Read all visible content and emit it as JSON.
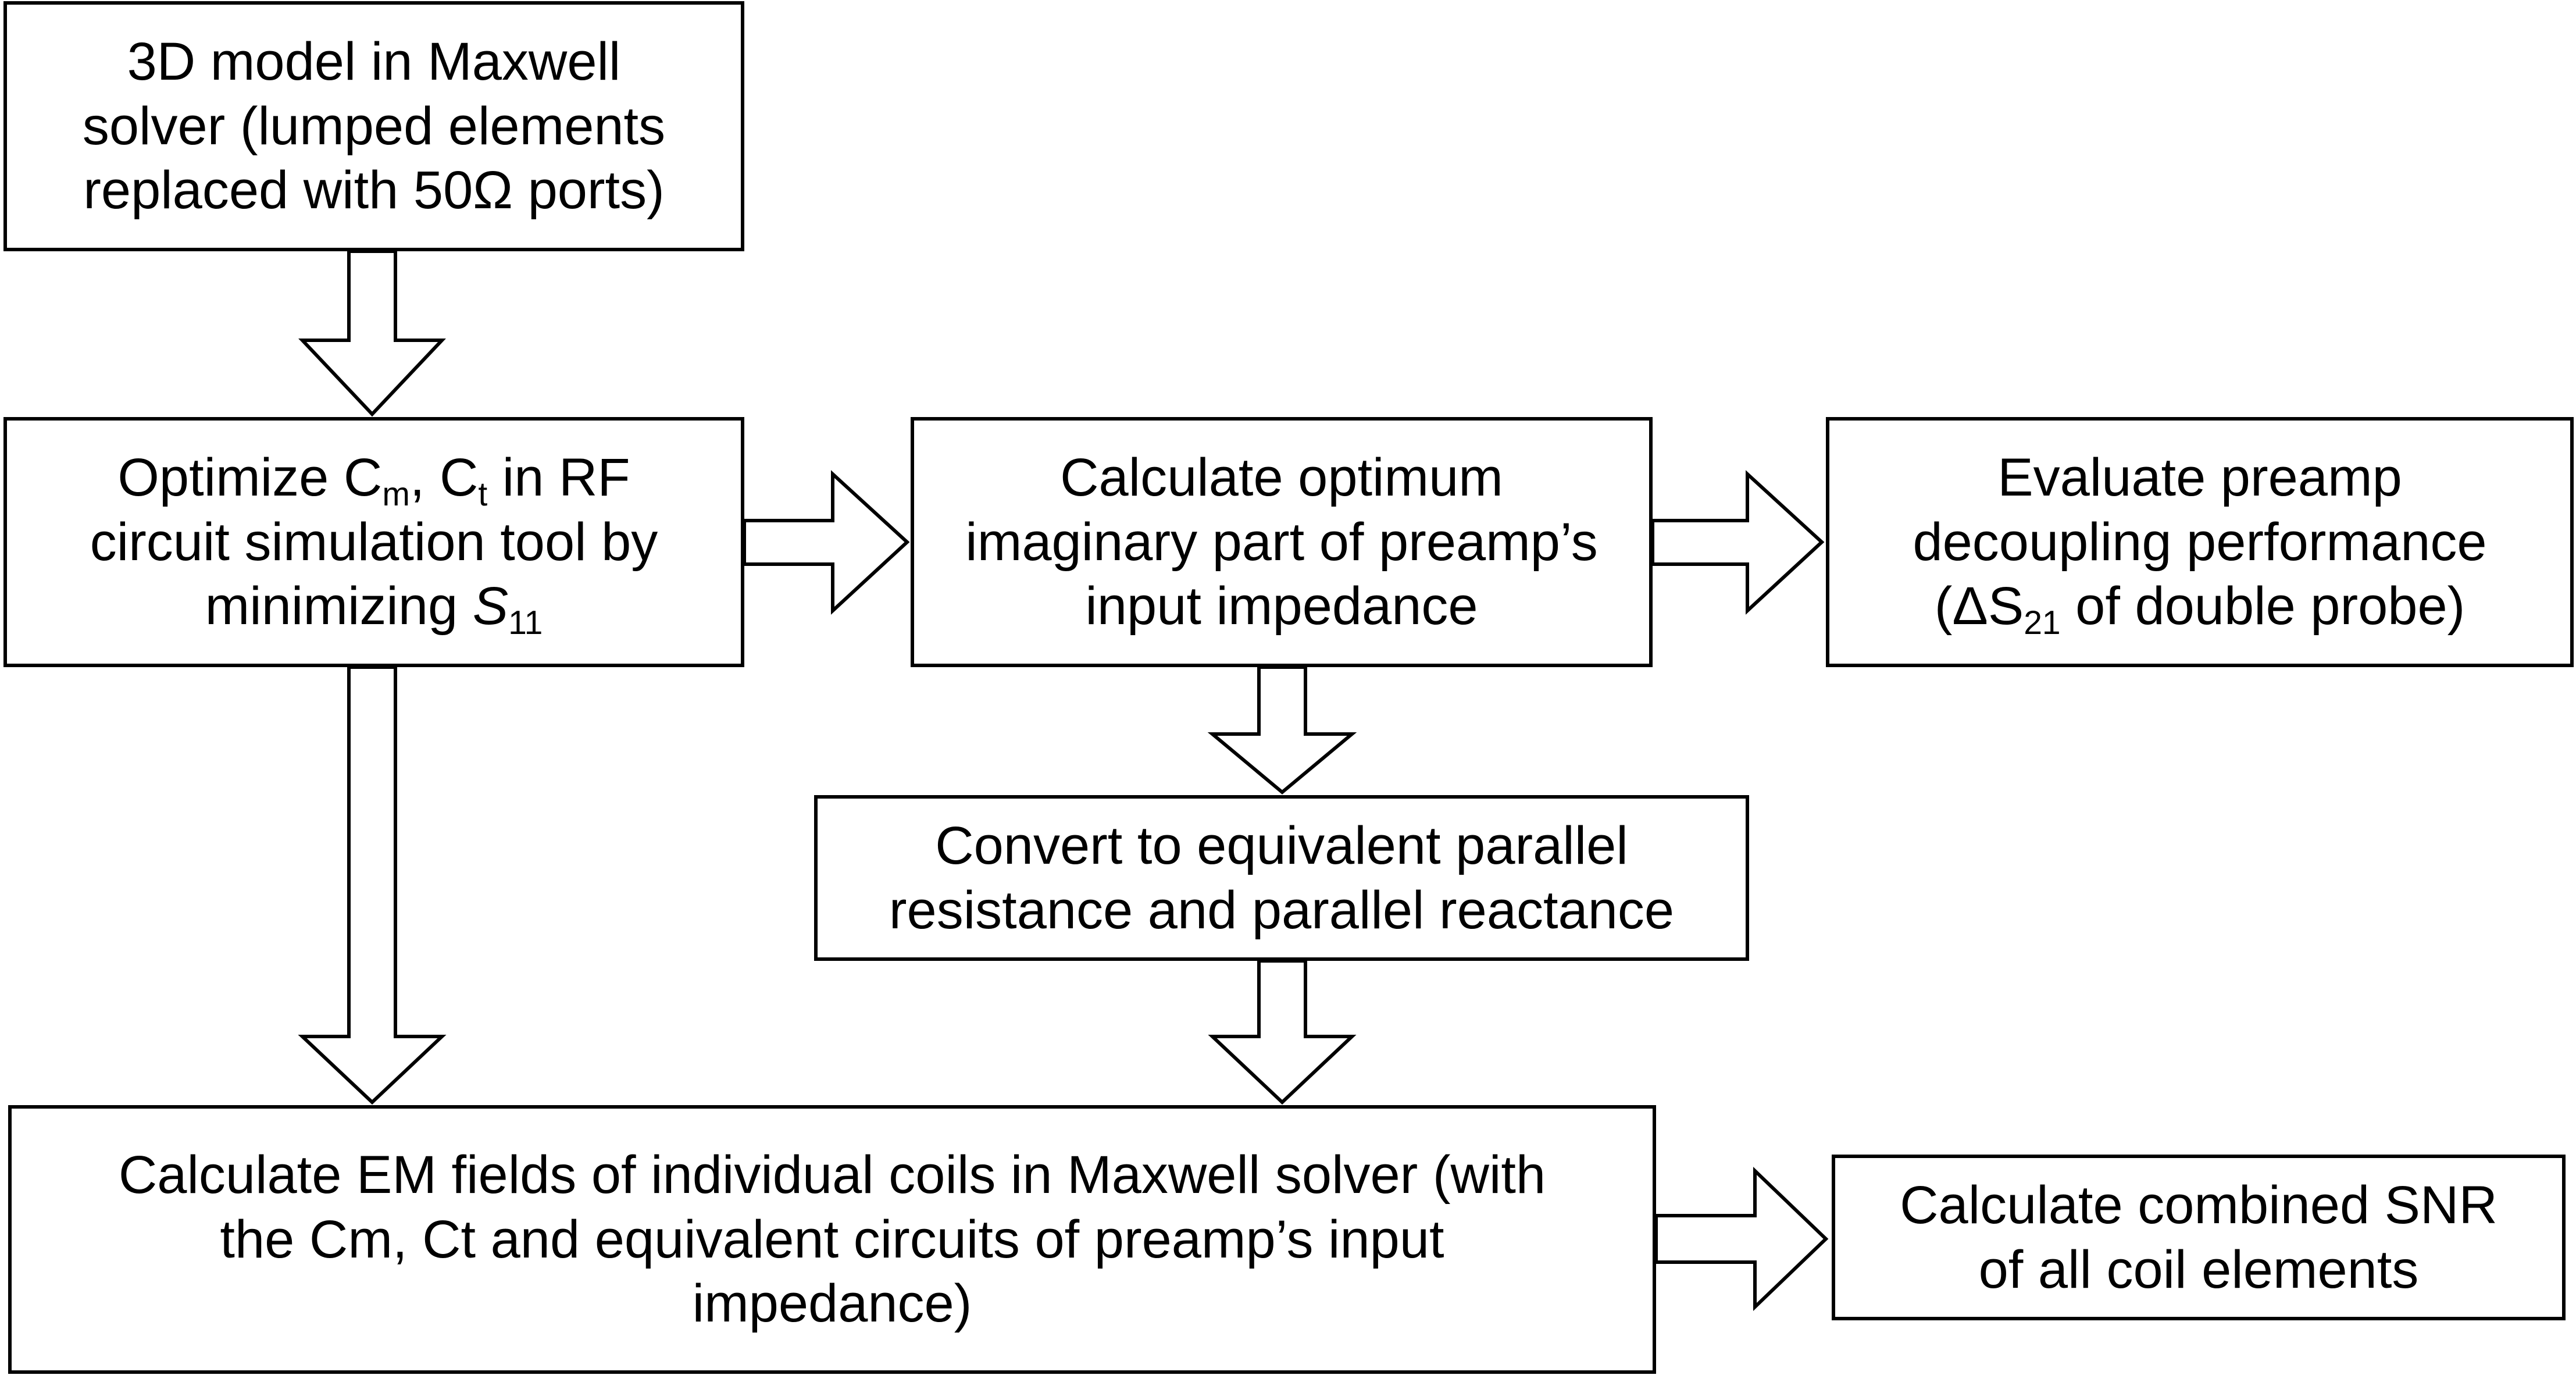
{
  "nodes": {
    "maxwell_model": {
      "line1": "3D model in Maxwell",
      "line2": "solver (lumped elements",
      "line3": "replaced with 50Ω  ports)"
    },
    "optimize": {
      "l1_a": "Optimize C",
      "l1_sub_a": "m",
      "l1_b": ", C",
      "l1_sub_b": "t",
      "l1_c": " in RF",
      "line2": "circuit simulation tool by",
      "l3_a": "minimizing ",
      "l3_s": "S",
      "l3_sub": "11"
    },
    "imaginary": {
      "line1": "Calculate optimum",
      "line2": "imaginary part of preamp’s",
      "line3": "input impedance"
    },
    "decoupling": {
      "line1": "Evaluate preamp",
      "line2": "decoupling performance",
      "l3_a": "(ΔS",
      "l3_sub": "21",
      "l3_b": " of double probe)"
    },
    "convert": {
      "line1": "Convert to equivalent parallel",
      "line2": "resistance and parallel reactance"
    },
    "em_fields": {
      "line1": "Calculate EM fields of individual coils in Maxwell solver (with",
      "line2": "the Cm, Ct and equivalent circuits of preamp’s input",
      "line3": "impedance)"
    },
    "snr": {
      "line1": "Calculate combined SNR",
      "line2": "of all coil elements"
    }
  },
  "arrows": [
    {
      "from": "maxwell_model",
      "to": "optimize",
      "direction": "down"
    },
    {
      "from": "optimize",
      "to": "imaginary",
      "direction": "right"
    },
    {
      "from": "imaginary",
      "to": "decoupling",
      "direction": "right"
    },
    {
      "from": "imaginary",
      "to": "convert",
      "direction": "down"
    },
    {
      "from": "optimize",
      "to": "em_fields",
      "direction": "down"
    },
    {
      "from": "convert",
      "to": "em_fields",
      "direction": "down"
    },
    {
      "from": "em_fields",
      "to": "snr",
      "direction": "right"
    }
  ]
}
